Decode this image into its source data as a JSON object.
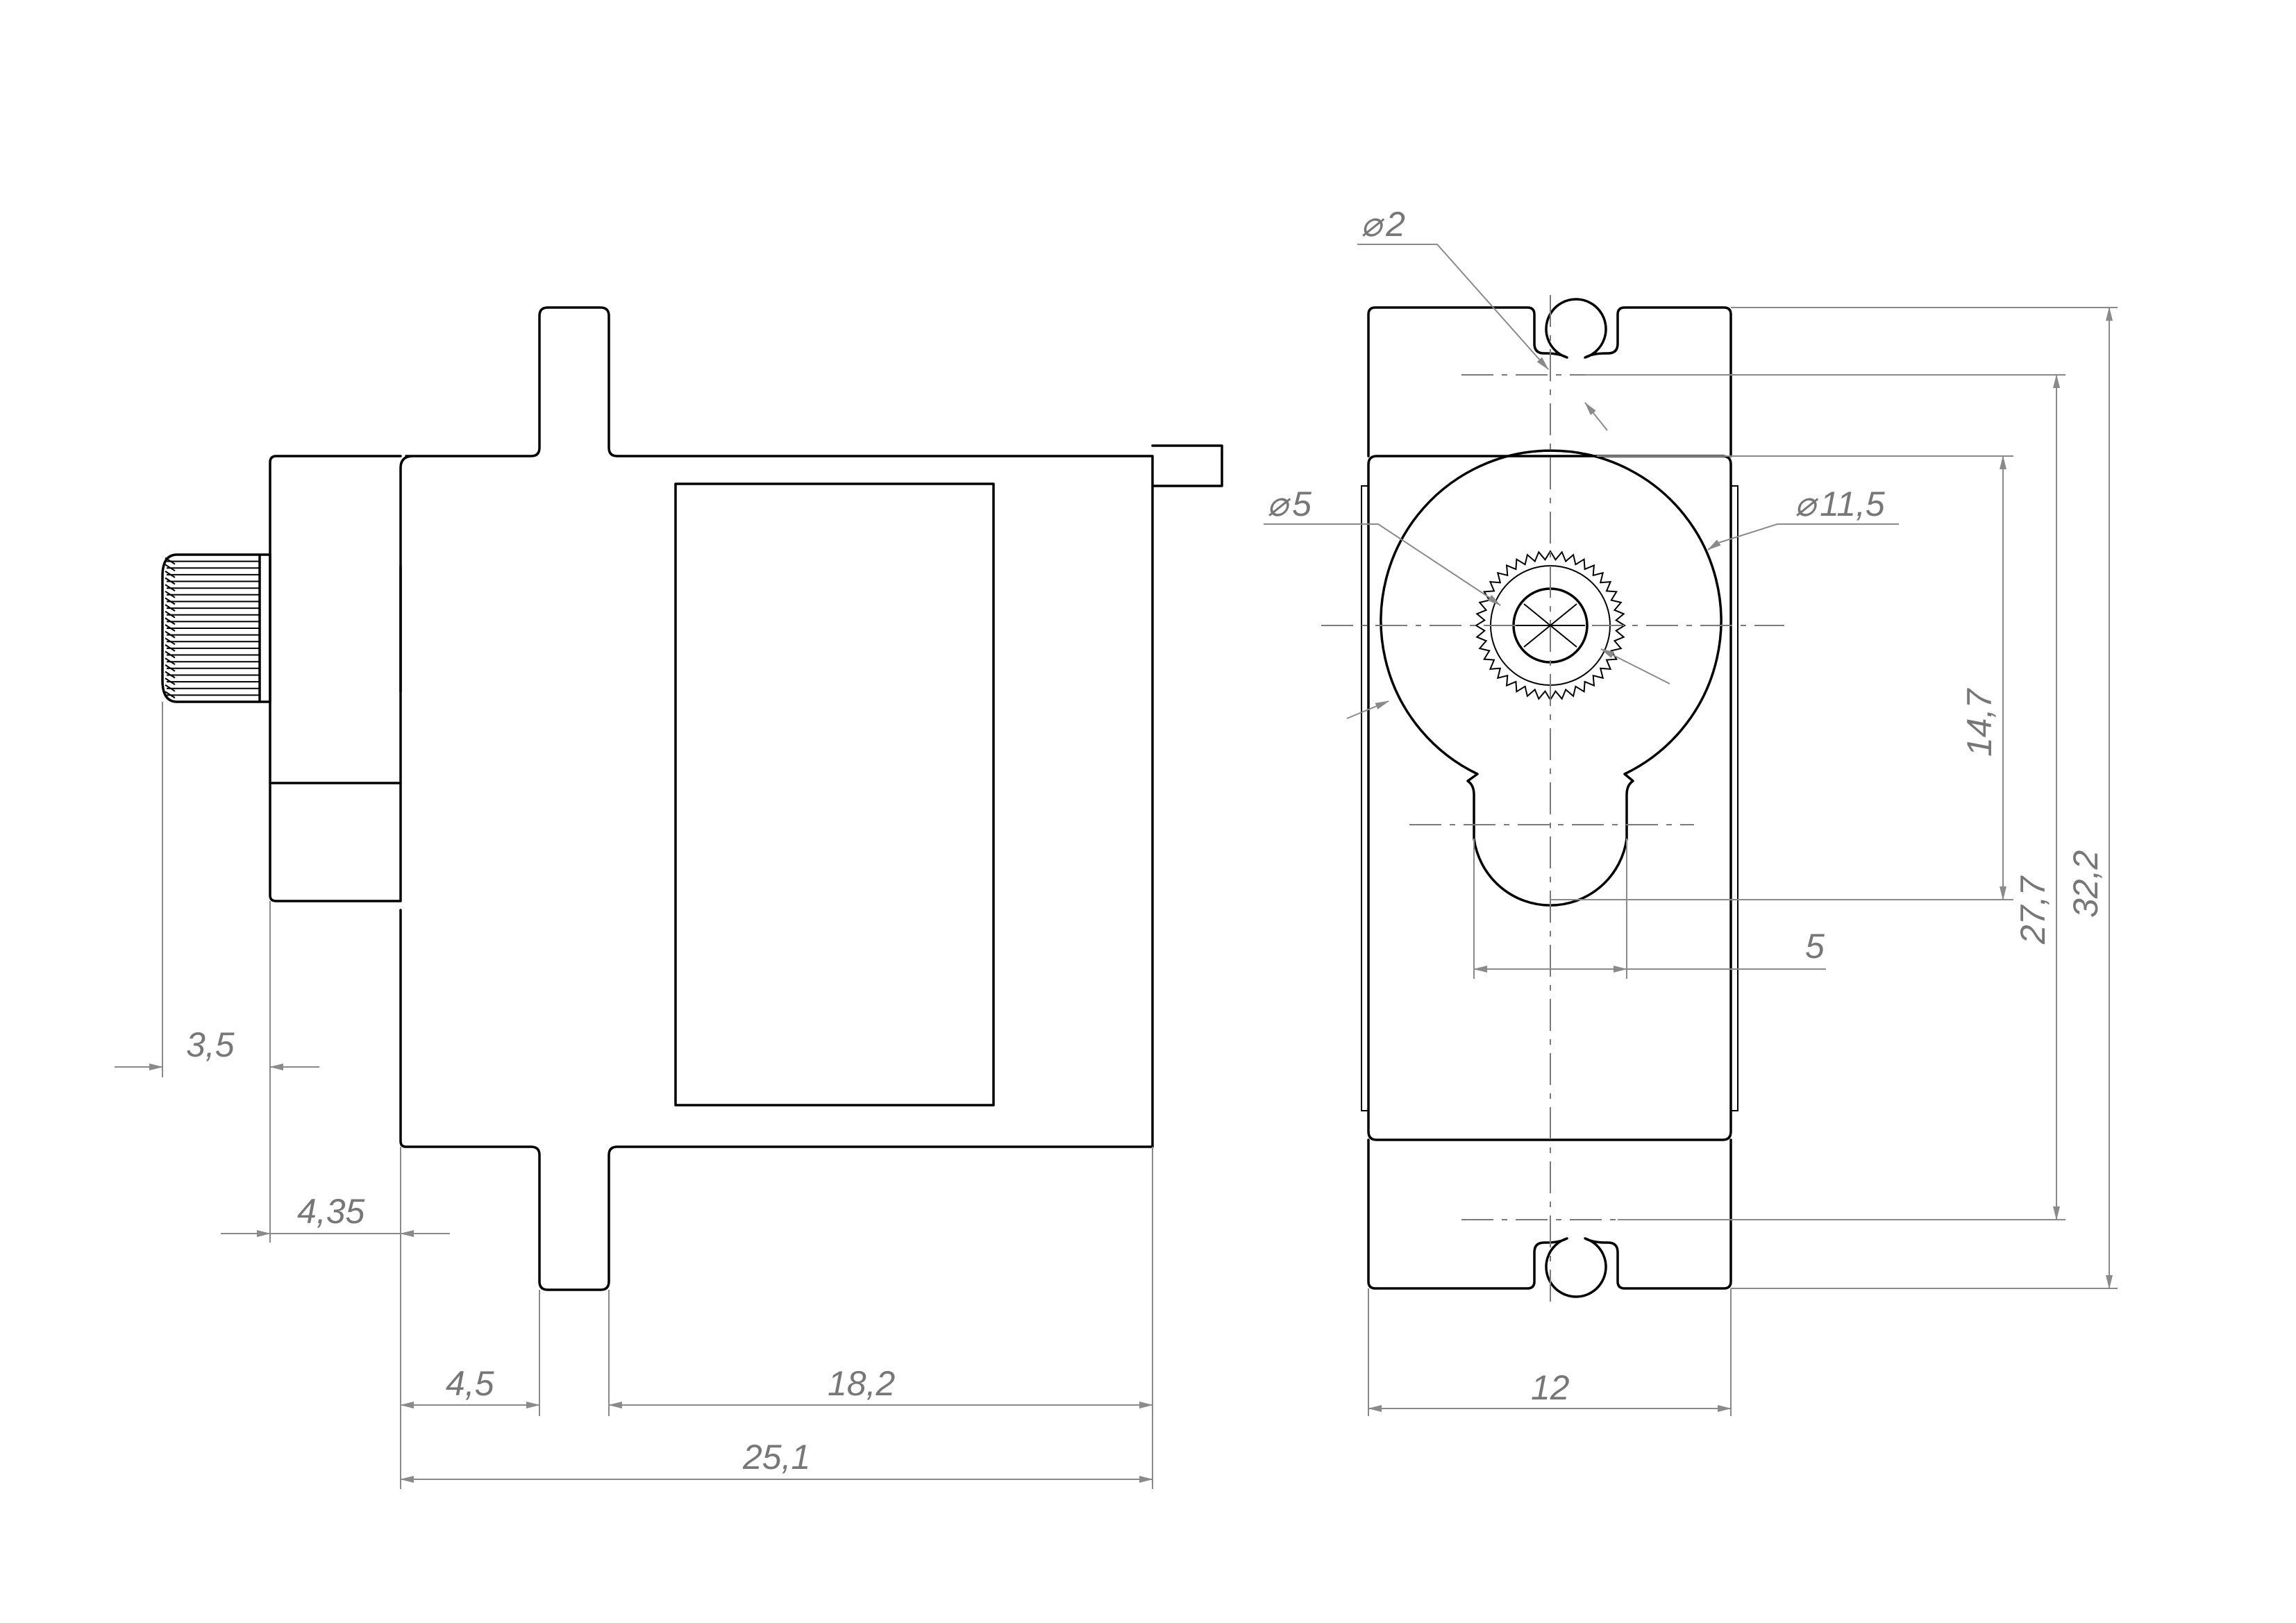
{
  "dimensions": {
    "side_view": {
      "spline_length": "3,5",
      "flange_offset": "4,35",
      "tab_offset": "4,5",
      "body_length": "18,2",
      "total_length": "25,1"
    },
    "front_view": {
      "hole_diameter": "2",
      "spline_diameter": "5",
      "gear_diameter": "11,5",
      "shaft_height": "14,7",
      "hole_spacing": "27,7",
      "total_height": "32,2",
      "boss_width": "5",
      "body_width": "12"
    }
  },
  "symbols": {
    "diameter": "⌀"
  },
  "colors": {
    "outline": "#000000",
    "dimension": "#8a8a8a",
    "text": "#777777"
  }
}
